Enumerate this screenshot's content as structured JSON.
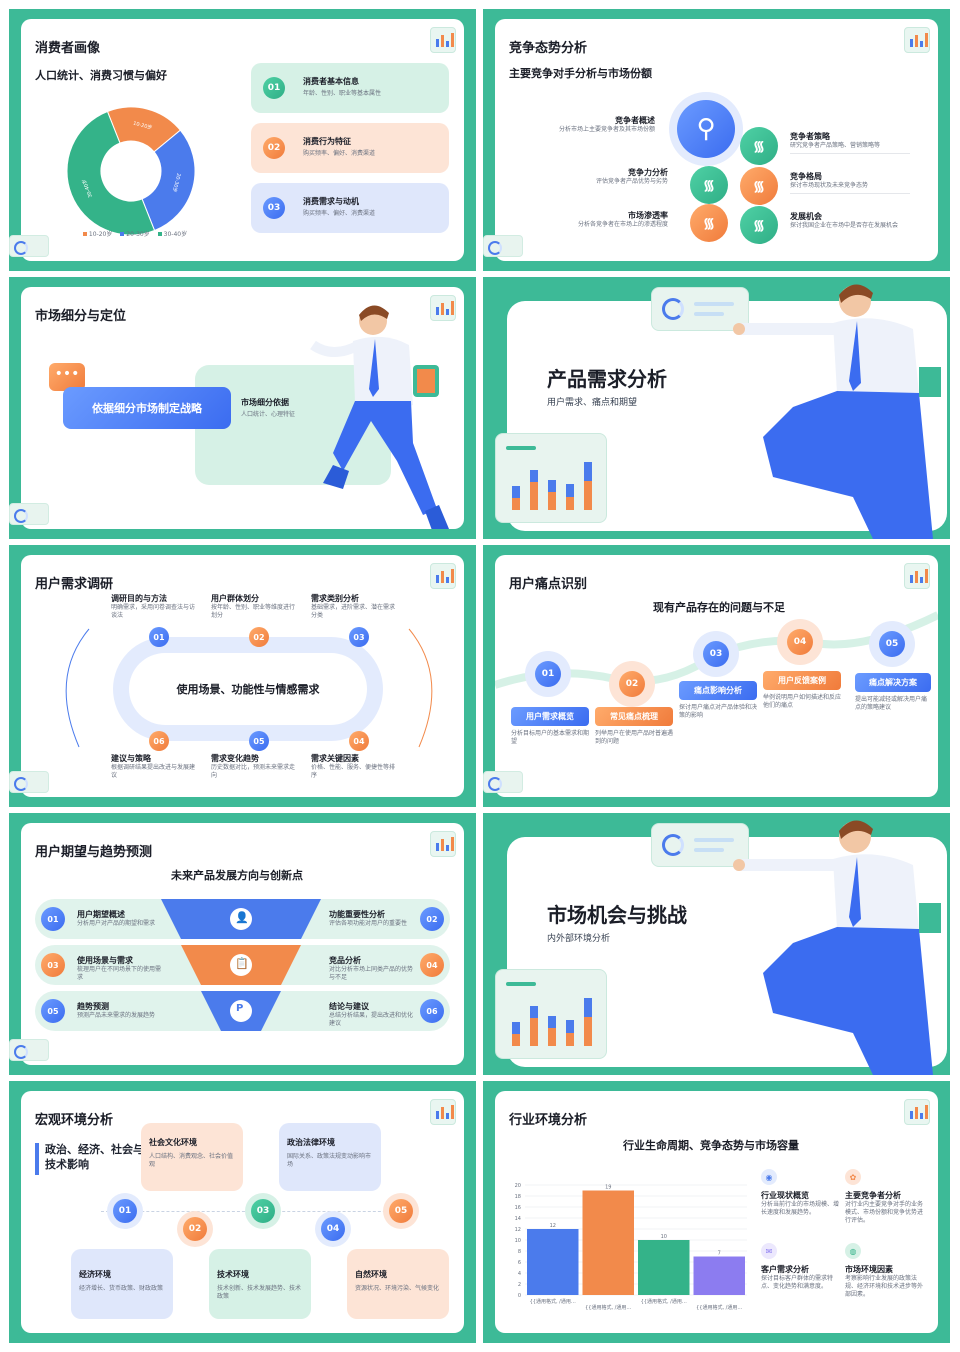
{
  "s1": {
    "title": "消费者画像",
    "subtitle": "人口统计、消费习惯与偏好",
    "pie": [
      {
        "label": "10-20岁",
        "value": 20,
        "color": "#f28a4b"
      },
      {
        "label": "20-30岁",
        "value": 30,
        "color": "#4b7bec"
      },
      {
        "label": "30-40岁",
        "value": 50,
        "color": "#34b389"
      }
    ],
    "items": [
      {
        "num": "01",
        "title": "消费者基本信息",
        "desc": "年龄、性别、职业等基本属性"
      },
      {
        "num": "02",
        "title": "消费行为特征",
        "desc": "购买频率、偏好、消费渠道"
      },
      {
        "num": "03",
        "title": "消费需求与动机",
        "desc": "购买频率、偏好、消费渠道"
      }
    ]
  },
  "s2": {
    "title": "竞争态势分析",
    "subtitle": "主要竞争对手分析与市场份额",
    "left": [
      {
        "title": "竞争者概述",
        "desc": "分析市场上主要竞争者及其市场份额"
      },
      {
        "title": "竞争力分析",
        "desc": "评估竞争者产品优势与劣势"
      },
      {
        "title": "市场渗透率",
        "desc": "分析各竞争者在市场上的渗透程度"
      }
    ],
    "right": [
      {
        "title": "竞争者策略",
        "desc": "研究竞争者产品策略、营销策略等"
      },
      {
        "title": "竞争格局",
        "desc": "探讨市场现状及未来竞争态势"
      },
      {
        "title": "发展机会",
        "desc": "探讨我国企业在市场中是否存在发展机会"
      }
    ]
  },
  "s3": {
    "title": "市场细分与定位",
    "banner": "依据细分市场制定战略",
    "box_title": "市场细分依据",
    "box_desc": "人口统计、心理特征"
  },
  "s4": {
    "title": "产品需求分析",
    "subtitle": "用户需求、痛点和期望"
  },
  "s5": {
    "title": "用户需求调研",
    "center": "使用场景、功能性与情感需求",
    "top": [
      {
        "num": "01",
        "title": "调研目的与方法",
        "desc": "明确需求，采用问卷调查法与访谈法"
      },
      {
        "num": "02",
        "title": "用户群体划分",
        "desc": "按年龄、性别、职业等维度进行划分"
      },
      {
        "num": "03",
        "title": "需求类别分析",
        "desc": "基础需求，进阶需求、潜在需求分类"
      }
    ],
    "bottom": [
      {
        "num": "06",
        "title": "建议与策略",
        "desc": "根据调研结果提出改进与发展建议"
      },
      {
        "num": "05",
        "title": "需求变化趋势",
        "desc": "历史数据对比，预测未来需求走向"
      },
      {
        "num": "04",
        "title": "需求关键因素",
        "desc": "价格、性能、服务、便捷性等排序"
      }
    ]
  },
  "s6": {
    "title": "用户痛点识别",
    "subtitle": "现有产品存在的问题与不足",
    "steps": [
      {
        "num": "01",
        "label": "用户需求概览",
        "desc": "分析目标用户的基本需求和期望"
      },
      {
        "num": "02",
        "label": "常见痛点梳理",
        "desc": "列举用户在使用产品时普遍遇到的问题"
      },
      {
        "num": "03",
        "label": "痛点影响分析",
        "desc": "探讨用户痛点对产品体验和决策的影响"
      },
      {
        "num": "04",
        "label": "用户反馈案例",
        "desc": "举例说明用户如何描述和反应他们的痛点"
      },
      {
        "num": "05",
        "label": "痛点解决方案",
        "desc": "提出可能减轻或解决用户痛点的策略建议"
      }
    ]
  },
  "s7": {
    "title": "用户期望与趋势预测",
    "subtitle": "未来产品发展方向与创新点",
    "left": [
      {
        "num": "01",
        "title": "用户期望概述",
        "desc": "分析用户对产品的期望和需求"
      },
      {
        "num": "03",
        "title": "使用场景与需求",
        "desc": "梳理用户在不同场景下的使用需求"
      },
      {
        "num": "05",
        "title": "趋势预测",
        "desc": "预测产品未来需求的发展趋势"
      }
    ],
    "right": [
      {
        "num": "02",
        "title": "功能重要性分析",
        "desc": "评估各项功能对用户的重要性"
      },
      {
        "num": "04",
        "title": "竞品分析",
        "desc": "对比分析市场上同类产品的优势与不足"
      },
      {
        "num": "06",
        "title": "结论与建议",
        "desc": "总结分析结果，提出改进和优化建议"
      }
    ]
  },
  "s8": {
    "title": "市场机会与挑战",
    "subtitle": "内外部环境分析"
  },
  "s9": {
    "title": "宏观环境分析",
    "subtitle": "政治、经济、社会与技术影响",
    "nodes": [
      "01",
      "02",
      "03",
      "04",
      "05"
    ],
    "top": [
      {
        "title": "社会文化环境",
        "desc": "人口结构、消费观念、社会价值观"
      },
      {
        "title": "政治法律环境",
        "desc": "国际关系、政策法规变动影响市场"
      }
    ],
    "bottom": [
      {
        "title": "经济环境",
        "desc": "经济增长、货币政策、财政政策"
      },
      {
        "title": "技术环境",
        "desc": "技术创新、技术发展趋势、技术政策"
      },
      {
        "title": "自然环境",
        "desc": "资源状况、环境污染、气候变化"
      }
    ]
  },
  "s10": {
    "title": "行业环境分析",
    "subtitle": "行业生命周期、竞争态势与市场容量",
    "items": [
      {
        "title": "行业现状概览",
        "desc": "分析当前行业的市场规模、增长速度和发展趋势。",
        "color": "#4b7bec"
      },
      {
        "title": "主要竞争者分析",
        "desc": "对行业内主要竞争对手的业务模式、市场份额和竞争优势进行评估。",
        "color": "#f28a4b"
      },
      {
        "title": "客户需求分析",
        "desc": "探讨目标客户群体的需求特点、变化趋势和满意度。",
        "color": "#8c7cf0"
      },
      {
        "title": "市场环境因素",
        "desc": "考察影响行业发展的政策法规、经济环境和技术进步等外部因素。",
        "color": "#34b389"
      }
    ]
  },
  "chart_data": {
    "type": "bar",
    "categories": [
      "{{通用格式, /通用…",
      "{{通用格式, /通用…",
      "{{通用格式, /通用…",
      "{{通用格式, /通用…"
    ],
    "values": [
      12,
      19,
      10,
      7
    ],
    "colors": [
      "#4b7bec",
      "#f28a4b",
      "#34b389",
      "#8c7cf0"
    ],
    "ylim": [
      0,
      20
    ],
    "yticks": [
      "0",
      "2",
      "4",
      "6",
      "8",
      "10",
      "12",
      "14",
      "16",
      "18",
      "20"
    ],
    "grid": true
  }
}
